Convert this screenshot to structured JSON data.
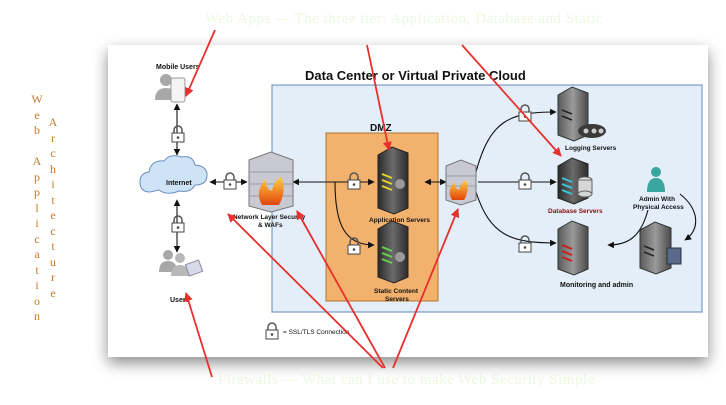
{
  "header_text": "Web Apps — The three tier: Application, Database and Static",
  "footer_text": "Firewalls — What can I use to make Web Security Simple",
  "side_title": {
    "col1": [
      "W",
      "e",
      "b",
      "",
      "A",
      "p",
      "p",
      "l",
      "i",
      "c",
      "a",
      "t",
      "i",
      "o",
      "n"
    ],
    "col2": [
      "A",
      "r",
      "c",
      "h",
      "i",
      "t",
      "e",
      "c",
      "t",
      "u",
      "r",
      "e"
    ]
  },
  "diagram": {
    "title": "Data Center or Virtual Private Cloud",
    "dmz_label": "DMZ",
    "mobile_users": "Mobile Users",
    "internet": "Internet",
    "users": "Users",
    "waf_label_1": "Network Layer Security",
    "waf_label_2": "& WAFs",
    "app_servers": "Application Servers",
    "static_1": "Static Content",
    "static_2": "Servers",
    "logging": "Logging Servers",
    "database": "Database Servers",
    "monitoring": "Monitoring and admin",
    "admin_1": "Admin With",
    "admin_2": "Physical Access",
    "legend": "= SSL/TLS Connection"
  },
  "colors": {
    "vpc_fill": "#e3eef9",
    "vpc_border": "#7a9cc8",
    "dmz_fill": "#f2b26e",
    "arrow_red": "#e8302c",
    "side_text": "#c87a2a"
  }
}
